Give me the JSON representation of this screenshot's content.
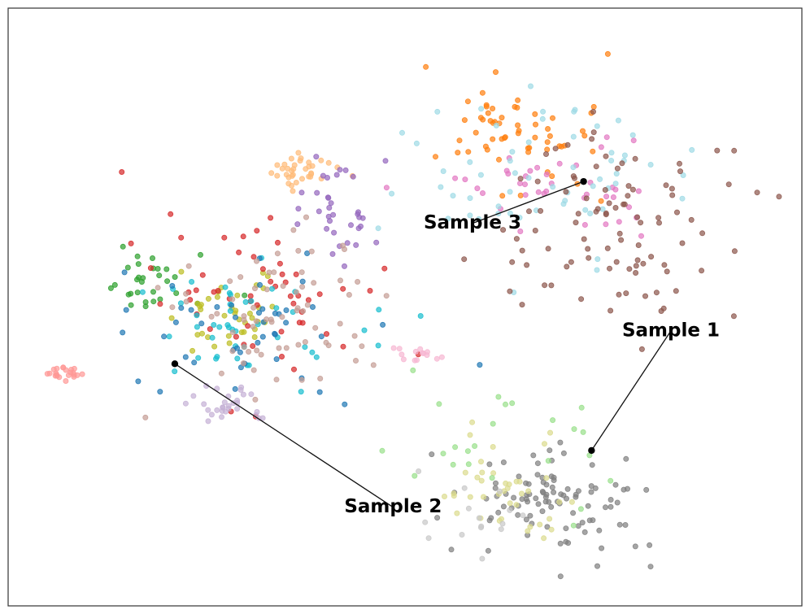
{
  "chart_data": {
    "type": "scatter",
    "title": "",
    "xlabel": "",
    "ylabel": "",
    "grid": false,
    "axes_visible": false,
    "xlim": [
      0,
      100
    ],
    "ylim": [
      0,
      100
    ],
    "point_alpha": 0.7,
    "clusters": [
      {
        "color": "#ff9896",
        "cx": 7.0,
        "cy": 39.0,
        "sx": 1.2,
        "sy": 0.8,
        "n": 22
      },
      {
        "color": "#ffbb78",
        "cx": 37.0,
        "cy": 72.5,
        "sx": 2.4,
        "sy": 1.6,
        "n": 35
      },
      {
        "color": "#9467bd",
        "cx": 42.0,
        "cy": 66.0,
        "sx": 3.5,
        "sy": 4.5,
        "n": 35
      },
      {
        "color": "#2ca02c",
        "cx": 17.5,
        "cy": 55.0,
        "sx": 3.0,
        "sy": 3.0,
        "n": 30
      },
      {
        "color": "#bcbd22",
        "cx": 28.0,
        "cy": 50.0,
        "sx": 3.5,
        "sy": 4.0,
        "n": 38
      },
      {
        "color": "#d62728",
        "cx": 30.0,
        "cy": 51.0,
        "sx": 8.0,
        "sy": 7.0,
        "n": 55
      },
      {
        "color": "#17becf",
        "cx": 30.0,
        "cy": 46.0,
        "sx": 6.0,
        "sy": 5.0,
        "n": 45
      },
      {
        "color": "#1f77b4",
        "cx": 31.0,
        "cy": 47.0,
        "sx": 9.0,
        "sy": 7.0,
        "n": 45
      },
      {
        "color": "#c49c94",
        "cx": 34.0,
        "cy": 48.0,
        "sx": 7.0,
        "sy": 7.0,
        "n": 70
      },
      {
        "color": "#c5b0d5",
        "cx": 27.0,
        "cy": 33.5,
        "sx": 2.8,
        "sy": 1.8,
        "n": 30
      },
      {
        "color": "#f7b6d2",
        "cx": 51.5,
        "cy": 42.0,
        "sx": 1.2,
        "sy": 0.6,
        "n": 14
      },
      {
        "color": "#ff7f0e",
        "cx": 64.0,
        "cy": 79.0,
        "sx": 5.0,
        "sy": 5.0,
        "n": 60
      },
      {
        "color": "#e377c2",
        "cx": 68.0,
        "cy": 70.0,
        "sx": 7.0,
        "sy": 3.5,
        "n": 40
      },
      {
        "color": "#9edae5",
        "cx": 67.0,
        "cy": 71.0,
        "sx": 10.0,
        "sy": 7.0,
        "n": 60
      },
      {
        "color": "#8c564b",
        "cx": 77.0,
        "cy": 63.0,
        "sx": 8.0,
        "sy": 8.0,
        "n": 95
      },
      {
        "color": "#7f7f7f",
        "cx": 68.0,
        "cy": 18.0,
        "sx": 6.0,
        "sy": 5.0,
        "n": 100
      },
      {
        "color": "#dbdb8d",
        "cx": 63.0,
        "cy": 19.0,
        "sx": 5.0,
        "sy": 4.0,
        "n": 40
      },
      {
        "color": "#98df8a",
        "cx": 64.0,
        "cy": 26.0,
        "sx": 8.0,
        "sy": 5.0,
        "n": 24
      },
      {
        "color": "#c7c7c7",
        "cx": 58.0,
        "cy": 15.0,
        "sx": 4.0,
        "sy": 3.0,
        "n": 15
      }
    ],
    "annotations": [
      {
        "text": "Sample 1",
        "point": [
          73.5,
          26.0
        ],
        "text_anchor_point": [
          83.5,
          46.0
        ]
      },
      {
        "text": "Sample 2",
        "point": [
          21.0,
          40.5
        ],
        "text_anchor_point": [
          48.5,
          16.5
        ]
      },
      {
        "text": "Sample 3",
        "point": [
          72.5,
          71.0
        ],
        "text_anchor_point": [
          58.5,
          64.0
        ]
      }
    ]
  }
}
